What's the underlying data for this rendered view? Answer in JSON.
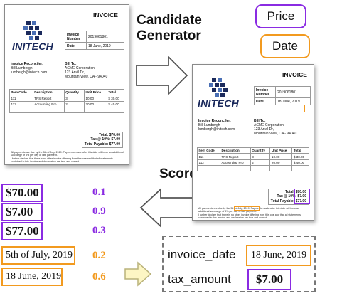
{
  "field_labels": {
    "price": "Price",
    "date": "Date"
  },
  "stages": {
    "candidate_generator": "Candidate\nGenerator",
    "scorer": "Scorer"
  },
  "invoice": {
    "title": "INVOICE",
    "logo_text": "INITECH",
    "invoice_number_label": "Invoice Number",
    "invoice_number": "2019061801",
    "date_label": "Date",
    "date": "18 June, 2019",
    "reconciler_label": "Invoice Reconciler:",
    "reconciler_name": "Bill Lumbergh",
    "reconciler_email": "lumbergh@initech.com",
    "bill_to_label": "Bill To:",
    "bill_to_company": "ACME Corporation",
    "bill_to_street": "123 Anvil Dr,",
    "bill_to_city": "Mountain View, CA - 94040",
    "columns": [
      "Item Code",
      "Description",
      "Quantity",
      "Unit Price",
      "Total"
    ],
    "rows": [
      [
        "111",
        "TPS Report",
        "3",
        "10.00",
        "$ 30.00"
      ],
      [
        "112",
        "Accounting Pro",
        "2",
        "20.00",
        "$ 40.00"
      ]
    ],
    "total_line": "Total: $70.00",
    "tax_line": "Tax @ 10%: $7.00",
    "payable_line": "Total Payable: $77.00",
    "note": "All payments are due by the 5th of July, 2019. Payments made after this date will incur an additional surcharge of 5% per day of late payment.\nI further declare that there is no other invoice differing from this one and that all statements contained in this invoice and declaration are true and correct."
  },
  "price_candidates": [
    {
      "value": "$70.00",
      "score": "0.1"
    },
    {
      "value": "$7.00",
      "score": "0.9"
    },
    {
      "value": "$77.00",
      "score": "0.3"
    }
  ],
  "date_candidates": [
    {
      "value": "5th of July, 2019",
      "score": "0.2"
    },
    {
      "value": "18 June, 2019",
      "score": "0.6"
    }
  ],
  "output": {
    "invoice_date_key": "invoice_date",
    "invoice_date_value": "18 June, 2019",
    "tax_amount_key": "tax_amount",
    "tax_amount_value": "$7.00"
  },
  "colors": {
    "price": "#8a2be2",
    "date": "#f29a1f",
    "arrow_fill": "#fdf6c4",
    "arrow_stroke": "#b9b27a"
  }
}
